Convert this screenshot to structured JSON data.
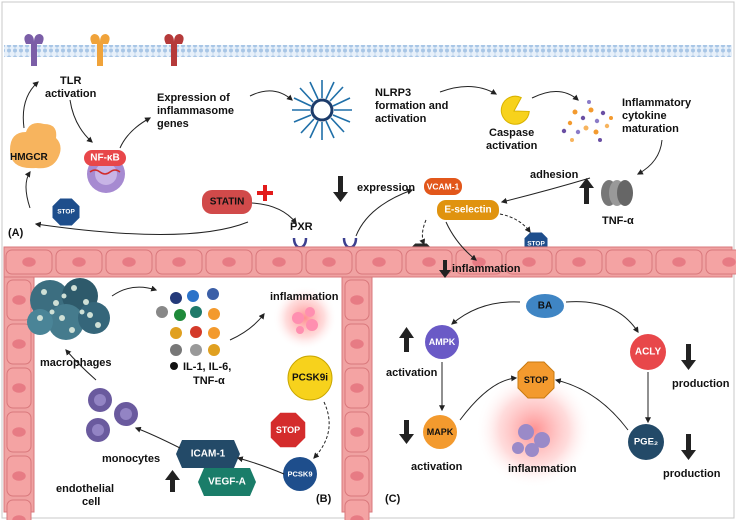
{
  "labels": {
    "tlr": [
      "TLR",
      "activation"
    ],
    "expression_genes": [
      "Expression of",
      "inflammasome",
      "genes"
    ],
    "nlrp3": [
      "NLRP3",
      "formation and",
      "activation"
    ],
    "caspase": [
      "Caspase",
      "activation"
    ],
    "cytokine": [
      "Inflammatory",
      "cytokine",
      "maturation"
    ],
    "hmgcr": "HMGCR",
    "nfkb": "NF-κB",
    "statin": "STATIN",
    "pxr": "PXR",
    "expression": "expression",
    "vcam1": "VCAM-1",
    "eselectin": "E-selectin",
    "adhesion": "adhesion",
    "tnfa": "TNF-α",
    "inflammation_top": "inflammation",
    "panel_a": "(A)",
    "stop": "STOP",
    "macrophages": "macrophages",
    "cytokine_list": [
      "IL-1, IL-6,",
      "TNF-α"
    ],
    "inflammation_b": "inflammation",
    "pcsk9i": "PCSK9i",
    "pcsk9": "PCSK9",
    "monocytes": "monocytes",
    "icam1": "ICAM-1",
    "vegfa": "VEGF-A",
    "endothelial": [
      "endothelial",
      "cell"
    ],
    "panel_b": "(B)",
    "ba": "BA",
    "ampk": "AMPK",
    "activation_1": "activation",
    "acly": "ACLY",
    "production_1": "production",
    "mapk": "MAPK",
    "activation_2": "activation",
    "inflammation_c": "inflammation",
    "pge2": "PGE₂",
    "production_2": "production",
    "panel_c": "(C)"
  },
  "colors": {
    "cell_fill": "#f4a3a3",
    "cell_stroke": "#d9787c",
    "vessel_bg": "#fbd3d3",
    "membrane": "#a8c6e6",
    "orange": "#f39a2e",
    "red": "#e8474a",
    "purple": "#5b4c9a",
    "teal": "#2d6f83",
    "green": "#1f8a6a",
    "blue": "#2b73c9",
    "stop": "#d42c2c",
    "navy": "#1e4e8c"
  }
}
